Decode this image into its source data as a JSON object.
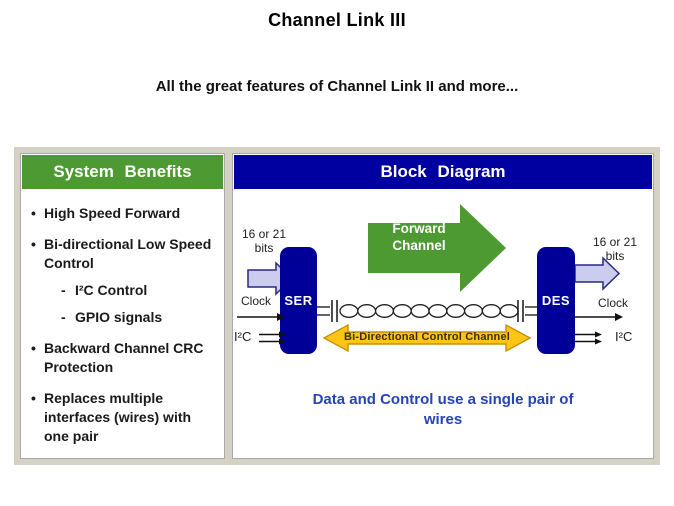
{
  "page": {
    "title": "Channel Link III",
    "subtitle": "All the great features of Channel Link II and more..."
  },
  "colors": {
    "header_green": "#4E9A32",
    "header_navy": "#0000A0",
    "block_navy": "#000099",
    "io_arrow_lavender": "#CCCCEE",
    "bidir_arrow_gold": "#FFC516",
    "caption_blue": "#2444B8",
    "frame_beige": "#D5D2C5"
  },
  "benefits": {
    "header": "System Benefits",
    "bullet_marker": "•",
    "sub_marker": "-",
    "items": [
      {
        "text": "High Speed Forward"
      },
      {
        "text": "Bi-directional Low Speed Control"
      },
      {
        "text": "I²C Control"
      },
      {
        "text": "GPIO signals"
      },
      {
        "text": "Backward Channel CRC Protection"
      },
      {
        "text": "Replaces multiple interfaces (wires) with one pair"
      }
    ]
  },
  "diagram": {
    "header": "Block Diagram",
    "forward_arrow_label": "Forward\nChannel",
    "ser_label": "SER",
    "des_label": "DES",
    "left_bits_label": "16 or 21\nbits",
    "right_bits_label": "16 or 21\nbits",
    "left_clock_label": "Clock",
    "right_clock_label": "Clock",
    "left_i2c_label": "I²C",
    "right_i2c_label": "I²C",
    "bidir_arrow_label": "Bi-Directional Control Channel",
    "caption": "Data and Control use a single pair of wires"
  }
}
